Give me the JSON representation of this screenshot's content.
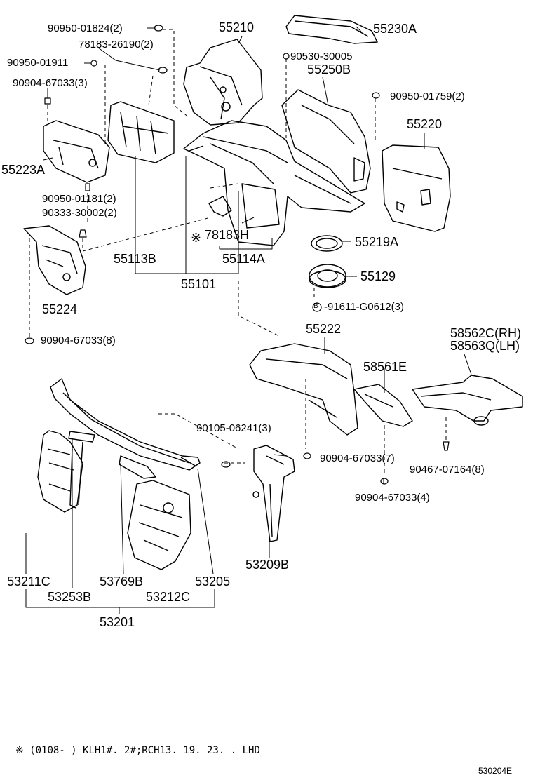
{
  "labels": {
    "p_90950_01824": "90950-01824(2)",
    "p_78183_26190": "78183-26190(2)",
    "p_90950_01911": "90950-01911",
    "p_90904_67033_3": "90904-67033(3)",
    "p_55210": "55210",
    "p_55230A": "55230A",
    "p_90530_30005": "90530-30005",
    "p_55250B": "55250B",
    "p_90950_01759": "90950-01759(2)",
    "p_55220": "55220",
    "p_55223A": "55223A",
    "p_90950_01181": "90950-01181(2)",
    "p_90333_30002": "90333-30002(2)",
    "p_78183H": "78183H",
    "p_55219A": "55219A",
    "p_55113B": "55113B",
    "p_55114A": "55114A",
    "p_55129": "55129",
    "p_55101": "55101",
    "p_91611": "-91611-G0612(3)",
    "p_55224": "55224",
    "p_90904_67033_8": "90904-67033(8)",
    "p_55222": "55222",
    "p_58562C": "58562C(RH)",
    "p_58563Q": "58563Q(LH)",
    "p_58561E": "58561E",
    "p_90105": "90105-06241(3)",
    "p_90904_67033_7": "90904-67033(7)",
    "p_90467": "90467-07164(8)",
    "p_90904_67033_4": "90904-67033(4)",
    "p_53209B": "53209B",
    "p_53211C": "53211C",
    "p_53769B": "53769B",
    "p_53205": "53205",
    "p_53253B": "53253B",
    "p_53212C": "53212C",
    "p_53201": "53201"
  },
  "markers": {
    "reference_mark": "※",
    "b_mark": "B"
  },
  "footnote": "※ (0108-      ) KLH1#. 2#;RCH13. 19. 23. . LHD",
  "diagram_code": "530204E"
}
